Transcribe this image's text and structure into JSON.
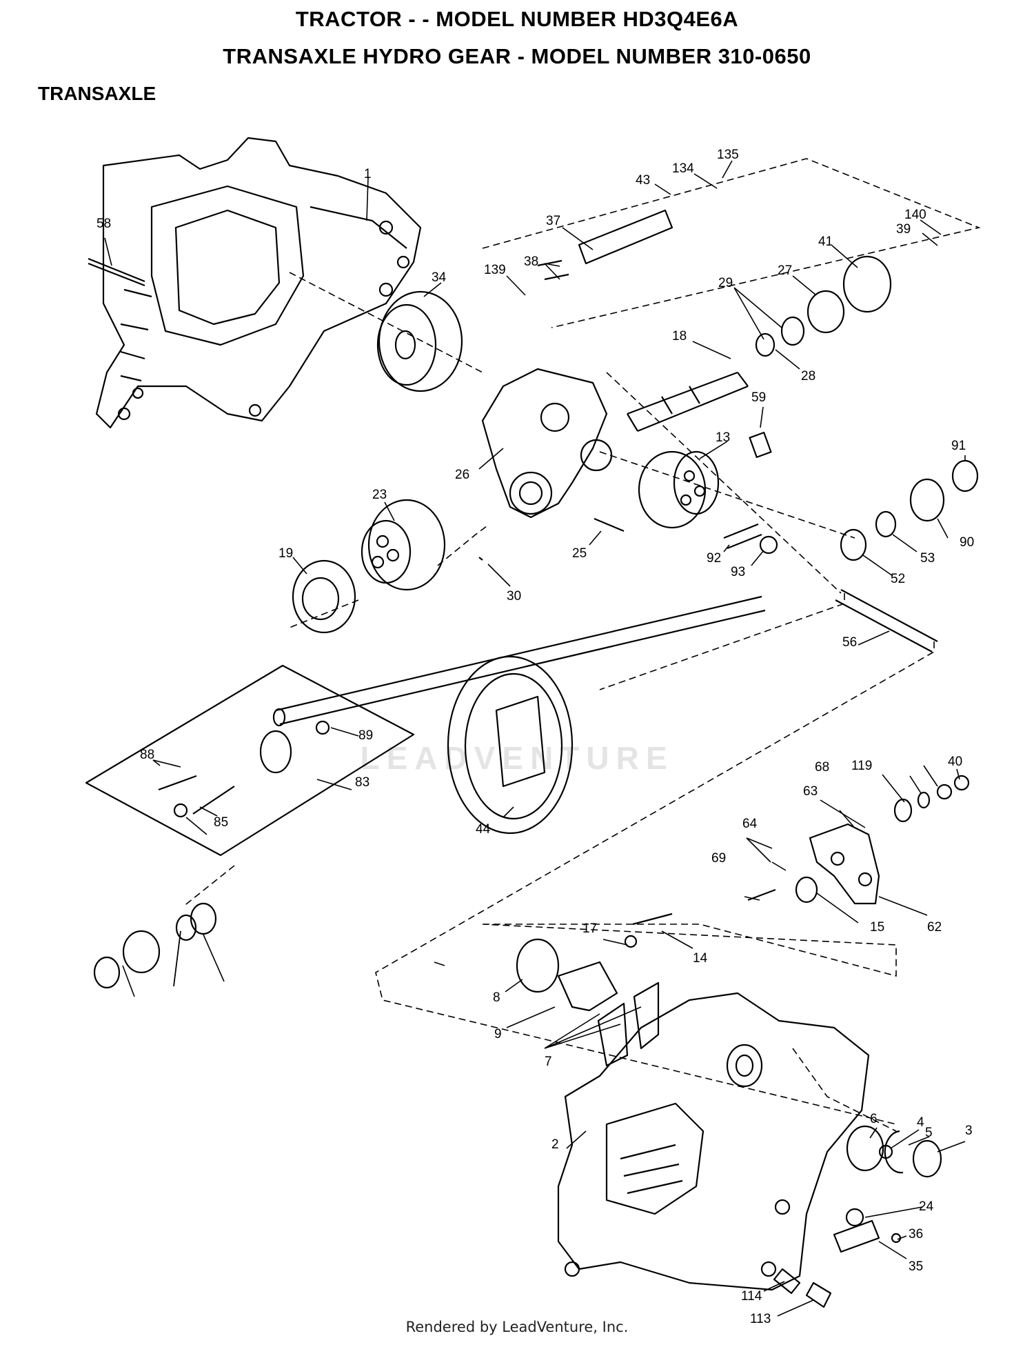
{
  "header": {
    "line1": "TRACTOR - - MODEL NUMBER HD3Q4E6A",
    "line2": "TRANSAXLE HYDRO GEAR - MODEL NUMBER 310-0650",
    "section": "TRANSAXLE"
  },
  "watermark": "LEADVENTURE",
  "footer": "Rendered by LeadVenture, Inc.",
  "callouts": [
    "1",
    "58",
    "34",
    "135",
    "134",
    "43",
    "37",
    "38",
    "139",
    "140",
    "39",
    "41",
    "27",
    "29",
    "28",
    "18",
    "59",
    "26",
    "13",
    "23",
    "19",
    "25",
    "30",
    "92",
    "93",
    "91",
    "90",
    "53",
    "52",
    "56",
    "89",
    "88",
    "83",
    "85",
    "44",
    "68",
    "40",
    "119",
    "63",
    "64",
    "69",
    "62",
    "15",
    "17",
    "14",
    "8",
    "9",
    "7",
    "6",
    "4",
    "5",
    "3",
    "2",
    "24",
    "36",
    "35",
    "114",
    "113"
  ]
}
